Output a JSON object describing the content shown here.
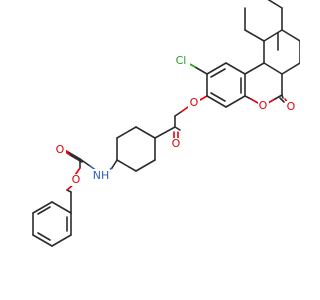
{
  "structure": {
    "labels": {
      "chlorine": "Cl",
      "ester_oxygen": "O",
      "ester_carbonyl_oxygen": "O",
      "lactone_ring_oxygen": "O",
      "lactone_carbonyl_oxygen": "O",
      "amine": "NH",
      "carbamate_carbonyl_oxygen": "O",
      "carbamate_ether_oxygen": "O"
    },
    "colors": {
      "bond": "#2b2b2b",
      "oxygen": "#e3000b",
      "nitrogen": "#2c5fbf",
      "chlorine": "#1fa51f",
      "background": "#ffffff"
    }
  }
}
